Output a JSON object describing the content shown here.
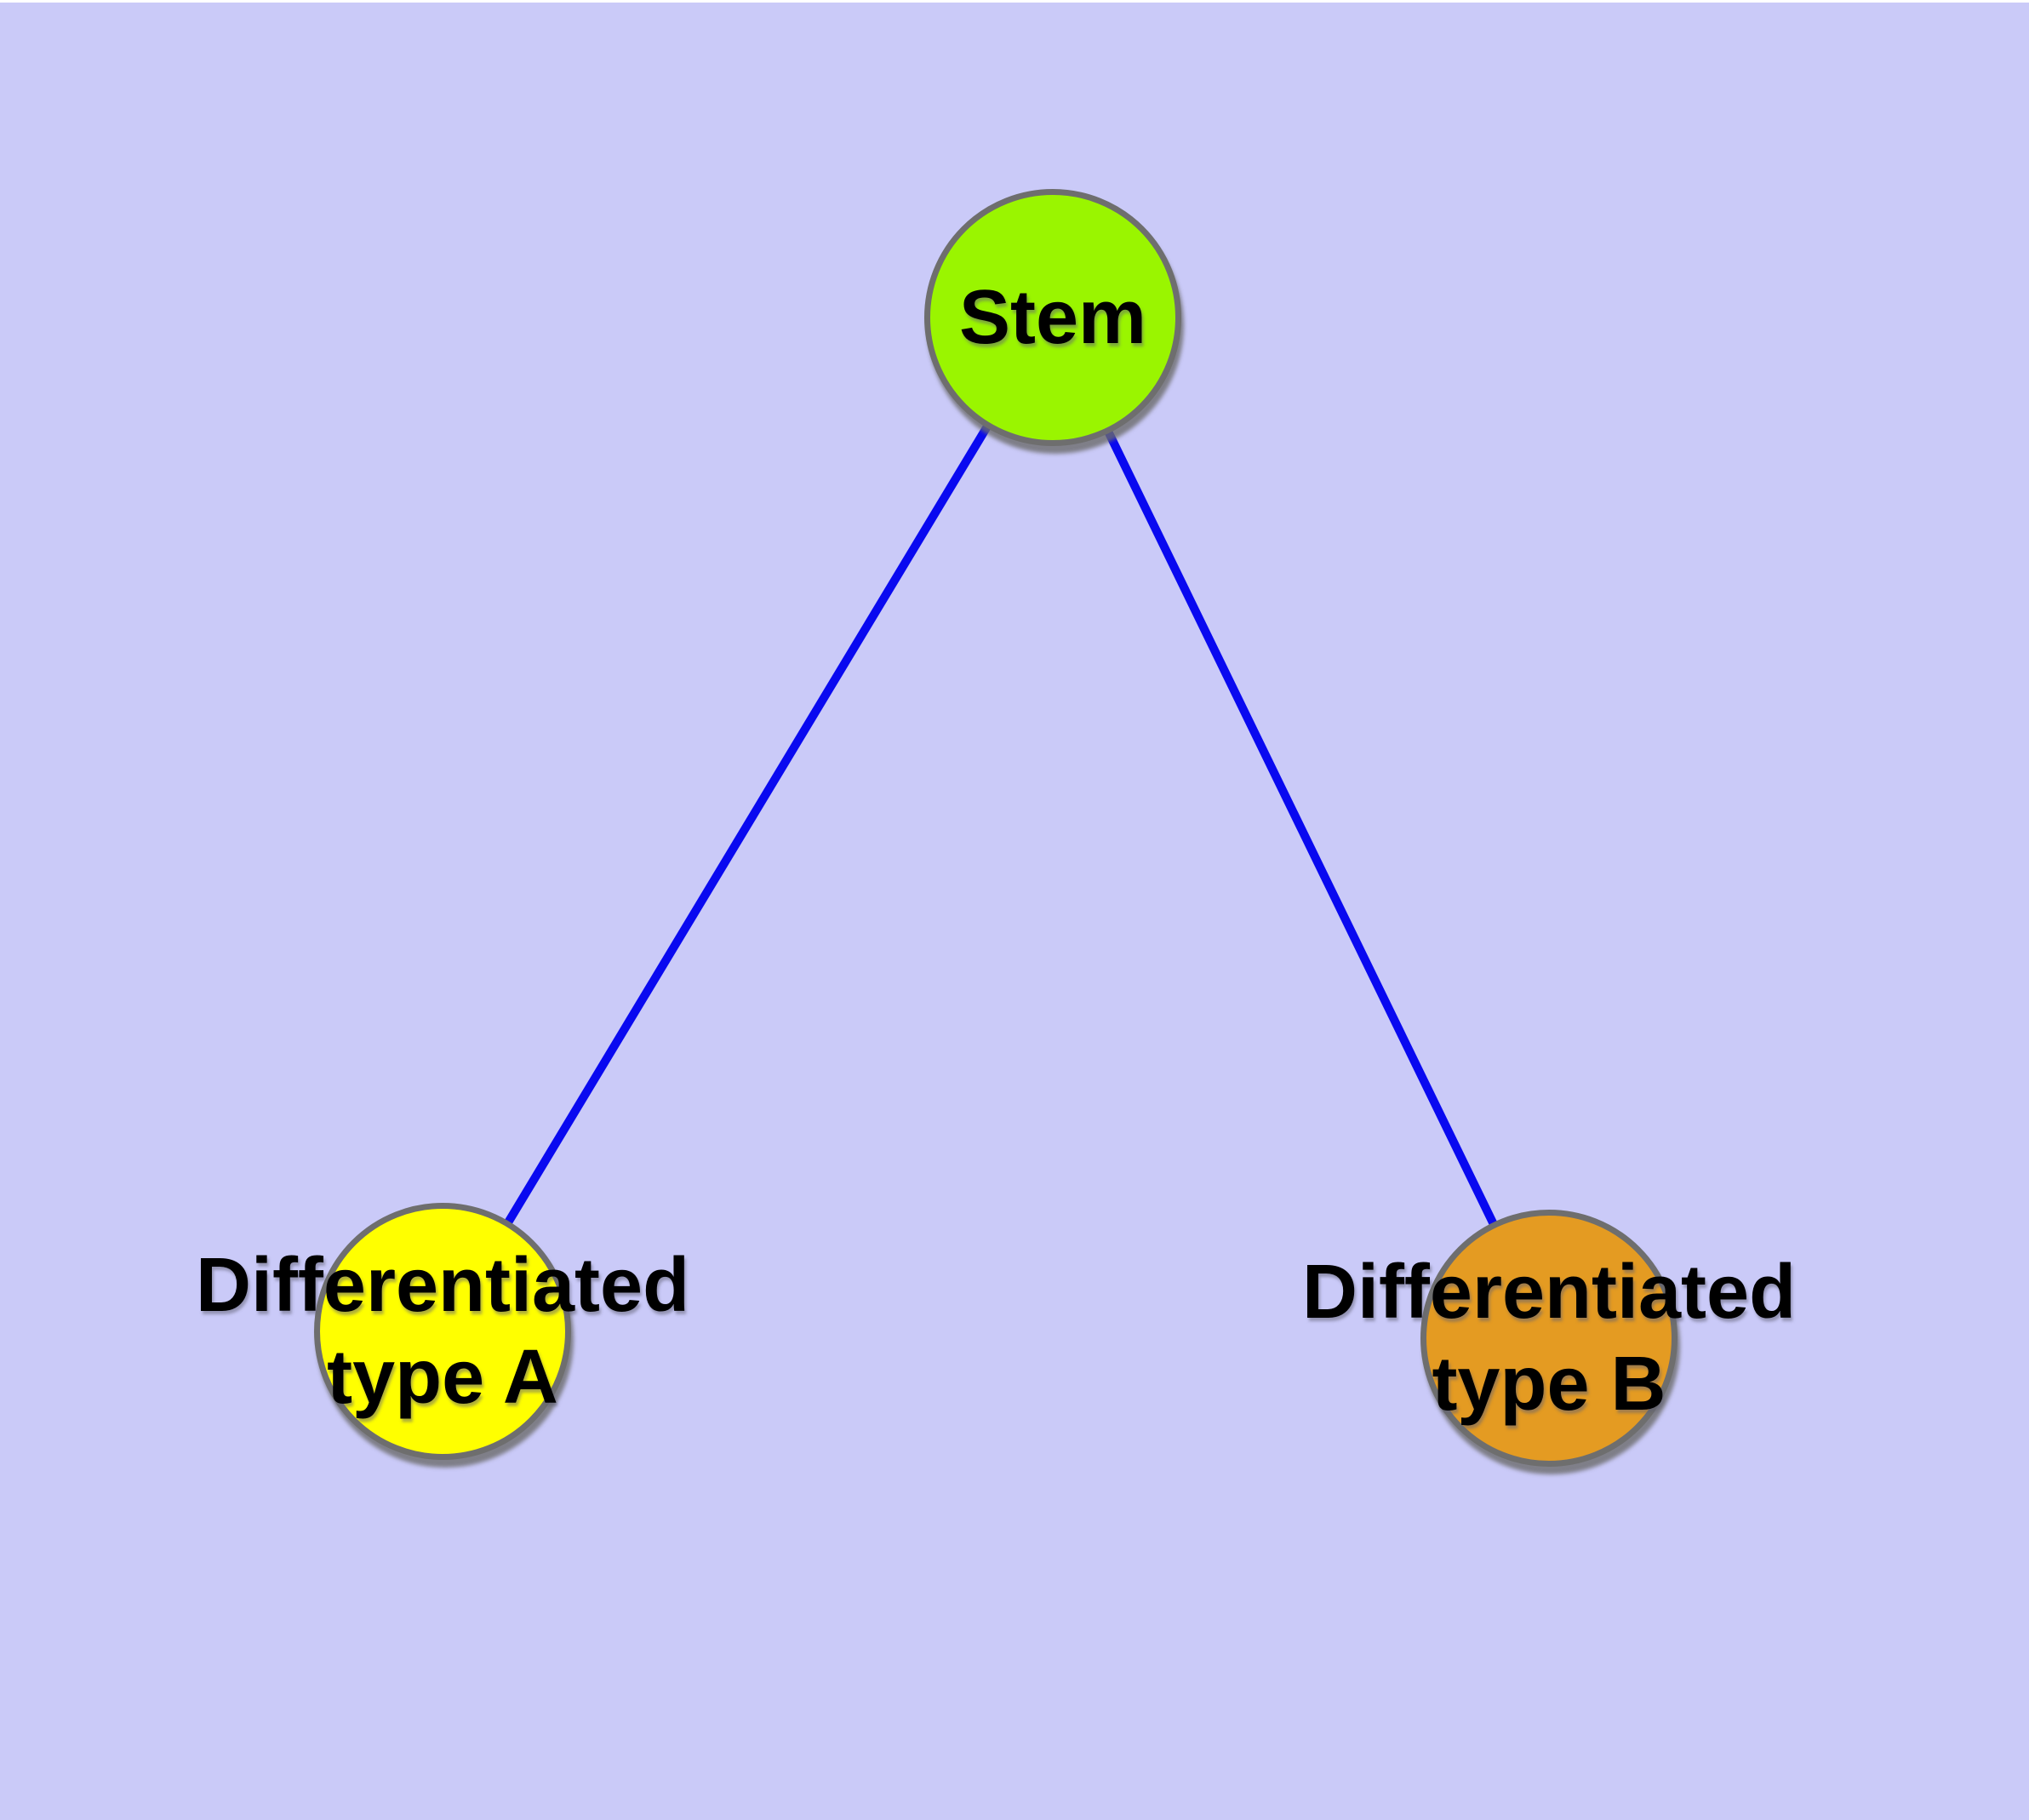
{
  "diagram": {
    "background_color": "#CACAF8",
    "top_strip_color": "#FFFFFF",
    "node_border_color": "#6E6E6E",
    "label_color": "#000000",
    "edge_color": "#0909F0",
    "nodes": [
      {
        "id": "stem",
        "label": "Stem",
        "fill": "#9AF500"
      },
      {
        "id": "differentiated-type-a",
        "label": "Differentiated\ntype A",
        "fill": "#FFFF00"
      },
      {
        "id": "differentiated-type-b",
        "label": "Differentiated\ntype B",
        "fill": "#E49B22"
      }
    ],
    "edges": [
      {
        "from": "stem",
        "to": "differentiated-type-a",
        "color": "#0909F0"
      },
      {
        "from": "stem",
        "to": "differentiated-type-b",
        "color": "#0909F0"
      }
    ]
  }
}
